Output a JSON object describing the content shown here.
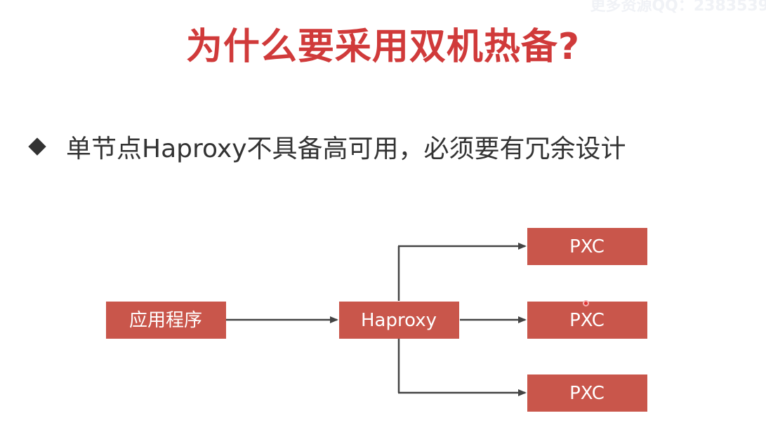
{
  "watermark": "更多资源QQ：2383539",
  "title": "为什么要采用双机热备?",
  "bullet": {
    "text": "单节点Haproxy不具备高可用，必须要有冗余设计"
  },
  "diagram": {
    "nodes": {
      "app": "应用程序",
      "haproxy": "Haproxy",
      "pxc": [
        "PXC",
        "PXC",
        "PXC"
      ]
    },
    "colors": {
      "node_fill": "#c9564b",
      "edge": "#444444",
      "title": "#d03a3a"
    }
  }
}
